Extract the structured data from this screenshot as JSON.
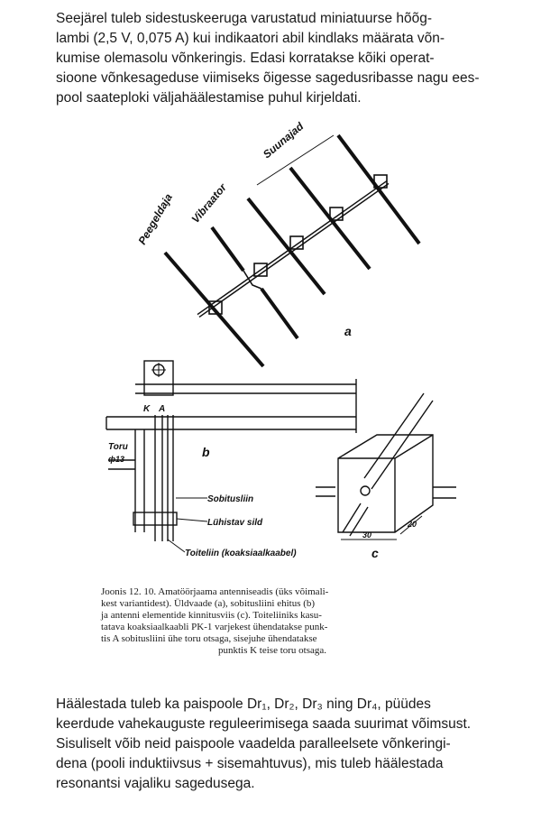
{
  "intro": {
    "lines": [
      "Seejärel tuleb sidestuskeeruga varustatud miniatuurse hõõg-",
      "lambi (2,5 V, 0,075 A) kui indikaatori abil kindlaks määrata võn-",
      "kumise olemasolu võnkeringis. Edasi korratakse kõiki operat-",
      "sioone võnkesageduse viimiseks õigesse sagedusribasse nagu ees-",
      "pool saateploki väljahäälestamise puhul kirjeldati."
    ]
  },
  "figure": {
    "labels": {
      "suunajad": "Suunajad",
      "vibraator": "Vibraator",
      "peegeldaja": "Peegeldaja",
      "a": "a",
      "b": "b",
      "c": "c",
      "k": "K",
      "a_point": "A",
      "toru": "Toru",
      "toru_num": "ф13",
      "sobitusliin": "Sobitusliin",
      "luhistav_sild": "Lühistav sild",
      "toiteliin": "Toiteliin (koaksiaalkaabel)",
      "dim_30": "30",
      "dim_20": "20"
    }
  },
  "caption": {
    "lines": [
      "Joonis 12. 10. Amatöörjaama antenniseadis (üks võimali-",
      "kest variantidest). Üldvaade (a), sobitusliini ehitus (b)",
      "ja antenni elementide kinnitusviis (c). Toiteliiniks kasu-",
      "tatava koaksiaalkaabli PK-1 varjekest ühendatakse punk-",
      "tis A sobitusliini ühe toru otsaga, sisejuhe ühendatakse"
    ],
    "last_line": "punktis K teise toru otsaga."
  },
  "outro": {
    "lines": [
      "Häälestada tuleb ka paispoole Dr₁, Dr₂, Dr₃ ning Dr₄, püüdes",
      "keerdude vahekauguste reguleerimisega saada suurimat võimsust.",
      "Sisuliselt võib neid paispoole vaadelda paralleelsete võnkeringi-",
      "dena (pooli induktiivsus + sisemahtuvus), mis tuleb häälestada",
      "resonantsi vajaliku sagedusega."
    ]
  }
}
